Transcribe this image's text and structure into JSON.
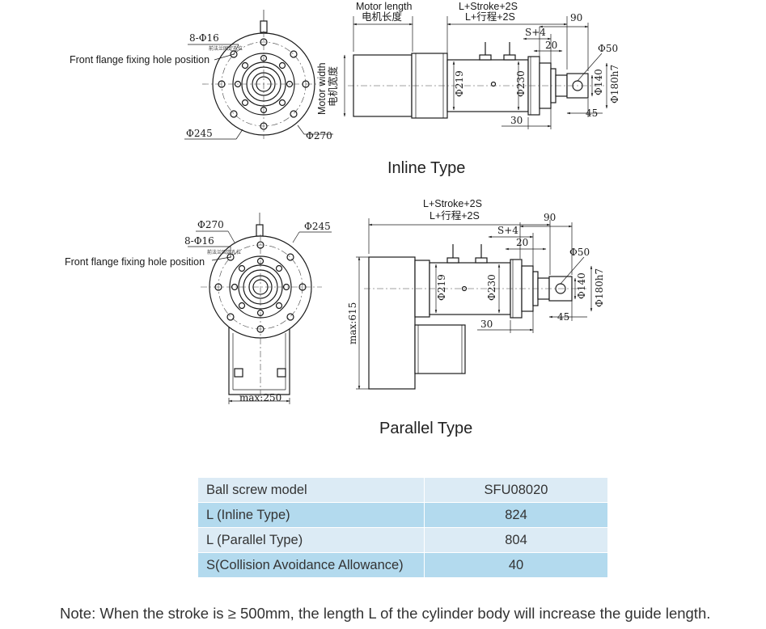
{
  "inline": {
    "title": "Inline Type",
    "motor_length_en": "Motor length",
    "motor_length_cn": "电机长度",
    "motor_width_en": "Motor width",
    "motor_width_cn": "电机宽度",
    "stroke_en": "L+Stroke+2S",
    "stroke_cn": "L+行程+2S",
    "holes": "8-Φ16",
    "front_flange_label": "Front flange fixing hole position",
    "front_flange_cn": "前法兰固定孔位",
    "d245": "Φ245",
    "d270": "Φ270",
    "d219": "Φ219",
    "d230": "Φ230",
    "d50": "Φ50",
    "d140": "Φ140",
    "d180": "Φ180h7",
    "s4": "S+4",
    "n90": "90",
    "n20": "20",
    "n30": "30",
    "n45": "45"
  },
  "parallel": {
    "title": "Parallel Type",
    "stroke_en": "L+Stroke+2S",
    "stroke_cn": "L+行程+2S",
    "holes": "8-Φ16",
    "front_flange_label": "Front flange fixing hole position",
    "front_flange_cn": "前法兰固定孔位",
    "d270": "Φ270",
    "d245": "Φ245",
    "d219": "Φ219",
    "d230": "Φ230",
    "d50": "Φ50",
    "d140": "Φ140",
    "d180": "Φ180h7",
    "s4": "S+4",
    "n90": "90",
    "n20": "20",
    "n30": "30",
    "n45": "45",
    "max615": "max:615",
    "max250": "max:250"
  },
  "table": {
    "rows": [
      {
        "key": "Ball screw model",
        "value": "SFU08020"
      },
      {
        "key": "L (Inline Type)",
        "value": "824"
      },
      {
        "key": "L (Parallel Type)",
        "value": "804"
      },
      {
        "key": "S(Collision Avoidance Allowance)",
        "value": "40"
      }
    ]
  },
  "note": "Note: When the stroke is ≥ 500mm, the length L of the cylinder body will increase the guide length."
}
